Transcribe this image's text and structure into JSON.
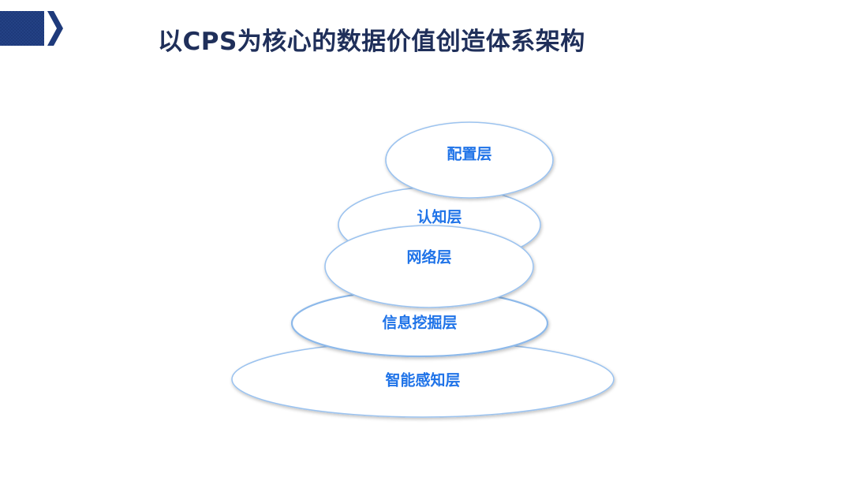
{
  "slide": {
    "title": "以CPS为核心的数据价值创造体系架构"
  },
  "diagram": {
    "layers": {
      "config": "配置层",
      "cognition": "认知层",
      "network": "网络层",
      "info_mining": "信息挖掘层",
      "smart_sensing": "智能感知层"
    }
  },
  "colors": {
    "header_block": "#1e3a7b",
    "title_text": "#1f2f5a",
    "ellipse_stroke": "#9cc3ef",
    "label_text": "#1f73e8"
  }
}
